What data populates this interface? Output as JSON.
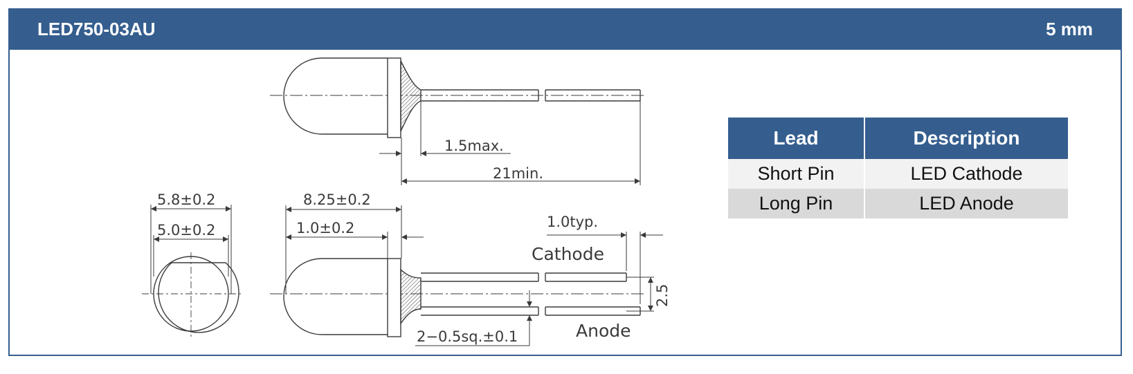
{
  "header": {
    "part_number": "LED750-03AU",
    "size": "5 mm"
  },
  "drawing": {
    "dim_lead_gap": "1.5max.",
    "dim_lead_length": "21min.",
    "dim_flange_dia": "5.8±0.2",
    "dim_body_dia": "5.0±0.2",
    "dim_body_length": "8.25±0.2",
    "dim_flange_thickness": "1.0±0.2",
    "dim_step": "1.0typ.",
    "dim_pitch": "2.5",
    "dim_lead_section": "2−0.5sq.±0.1",
    "label_cathode": "Cathode",
    "label_anode": "Anode"
  },
  "pin_table": {
    "headers": {
      "lead": "Lead",
      "description": "Description"
    },
    "rows": [
      {
        "lead": "Short Pin",
        "description": "LED Cathode"
      },
      {
        "lead": "Long Pin",
        "description": "LED Anode"
      }
    ]
  },
  "colors": {
    "header_bg": "#355e8f",
    "row_light": "#f2f2f2",
    "row_dark": "#d9d9d9",
    "line": "#3a3a3a"
  }
}
